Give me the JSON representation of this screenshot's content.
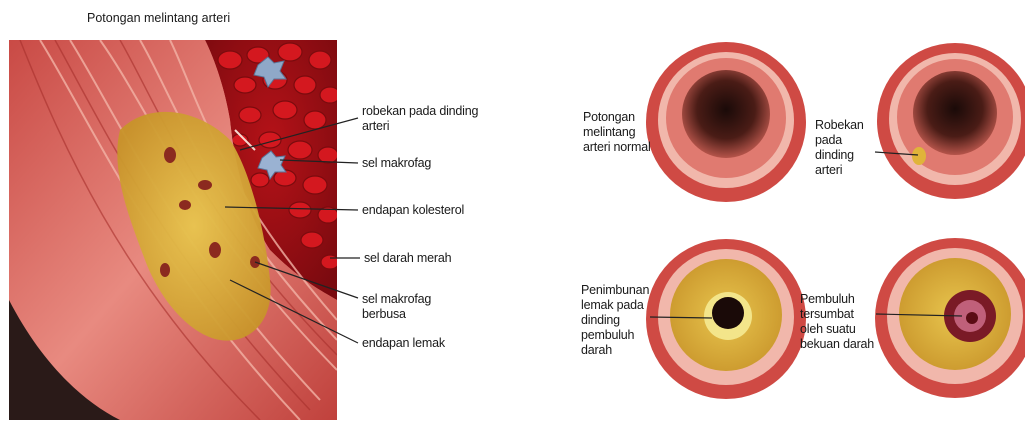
{
  "title": "Potongan melintang arteri",
  "left_panel": {
    "labels": [
      {
        "id": "robekan",
        "text": "robekan pada dinding\narteri"
      },
      {
        "id": "makrofag",
        "text": "sel makrofag"
      },
      {
        "id": "kolesterol",
        "text": "endapan kolesterol"
      },
      {
        "id": "darah",
        "text": "sel darah merah"
      },
      {
        "id": "berbusa",
        "text": "sel makrofag\nberbusa"
      },
      {
        "id": "lemak",
        "text": "endapan lemak"
      }
    ]
  },
  "right_panel": {
    "labels": [
      {
        "id": "normal",
        "text": "Potongan\nmelintang\narteri normal"
      },
      {
        "id": "tear",
        "text": "Robekan\npada\ndinding\narteri"
      },
      {
        "id": "fatty",
        "text": "Penimbunan\nlemak pada\ndinding\npembuluh\ndarah"
      },
      {
        "id": "clot",
        "text": "Pembuluh\ntersumbat\noleh suatu\nbekuan darah"
      }
    ]
  },
  "colors": {
    "artery_outer": "#d9534f",
    "artery_wall": "#e98a7e",
    "lumen_dark": "#2a1410",
    "plaque": "#e0b43a",
    "blood_cell": "#c8161d"
  }
}
